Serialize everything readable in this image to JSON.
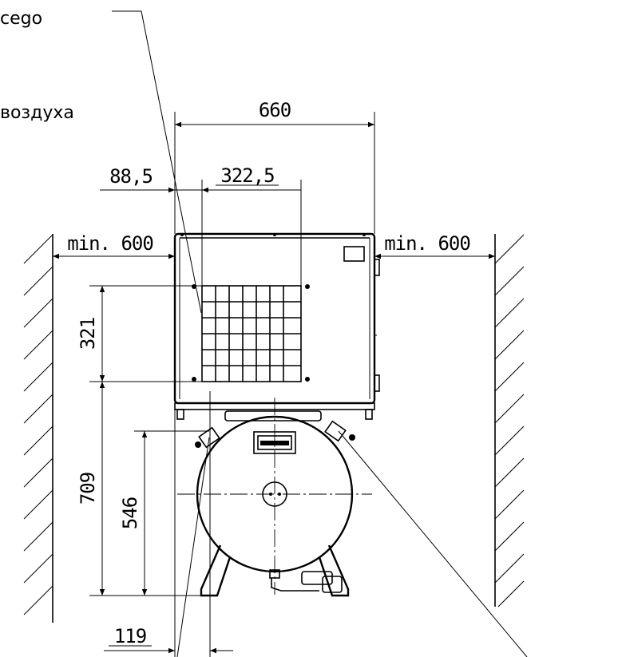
{
  "annotations": {
    "top_left_fragment": "cego",
    "air_fragment": "воздуха"
  },
  "dimensions": {
    "overall_width": "660",
    "left_offset": "88,5",
    "grille_width": "322,5",
    "left_clearance": "min. 600",
    "right_clearance": "min. 600",
    "grille_height": "321",
    "grille_bottom_height": "709",
    "tank_height": "546",
    "bottom_offset": "119"
  },
  "colors": {
    "line": "#000000",
    "background": "#ffffff"
  }
}
